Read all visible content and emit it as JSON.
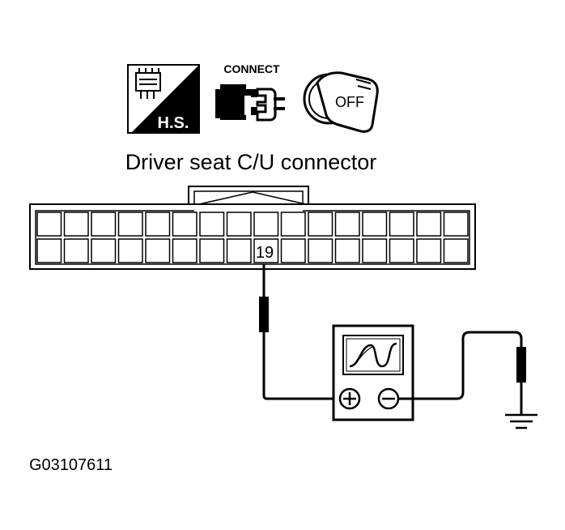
{
  "icons": {
    "harness_label": "H.S.",
    "connect_label": "CONNECT",
    "ignition_label": "OFF",
    "harness_icon": "harness-connector-icon",
    "connect_icon": "connector-icon",
    "ignition_icon": "ignition-key-icon"
  },
  "title": "Driver seat C/U connector",
  "connector": {
    "terminal_label": "19",
    "rows": 2,
    "columns": 16
  },
  "meter": {
    "icon": "oscilloscope-icon",
    "plus_symbol": "⊕",
    "minus_symbol": "⊖"
  },
  "ground_icon": "ground-icon",
  "figure_id": "G03107611",
  "colors": {
    "ink": "#000000",
    "paper": "#ffffff"
  }
}
